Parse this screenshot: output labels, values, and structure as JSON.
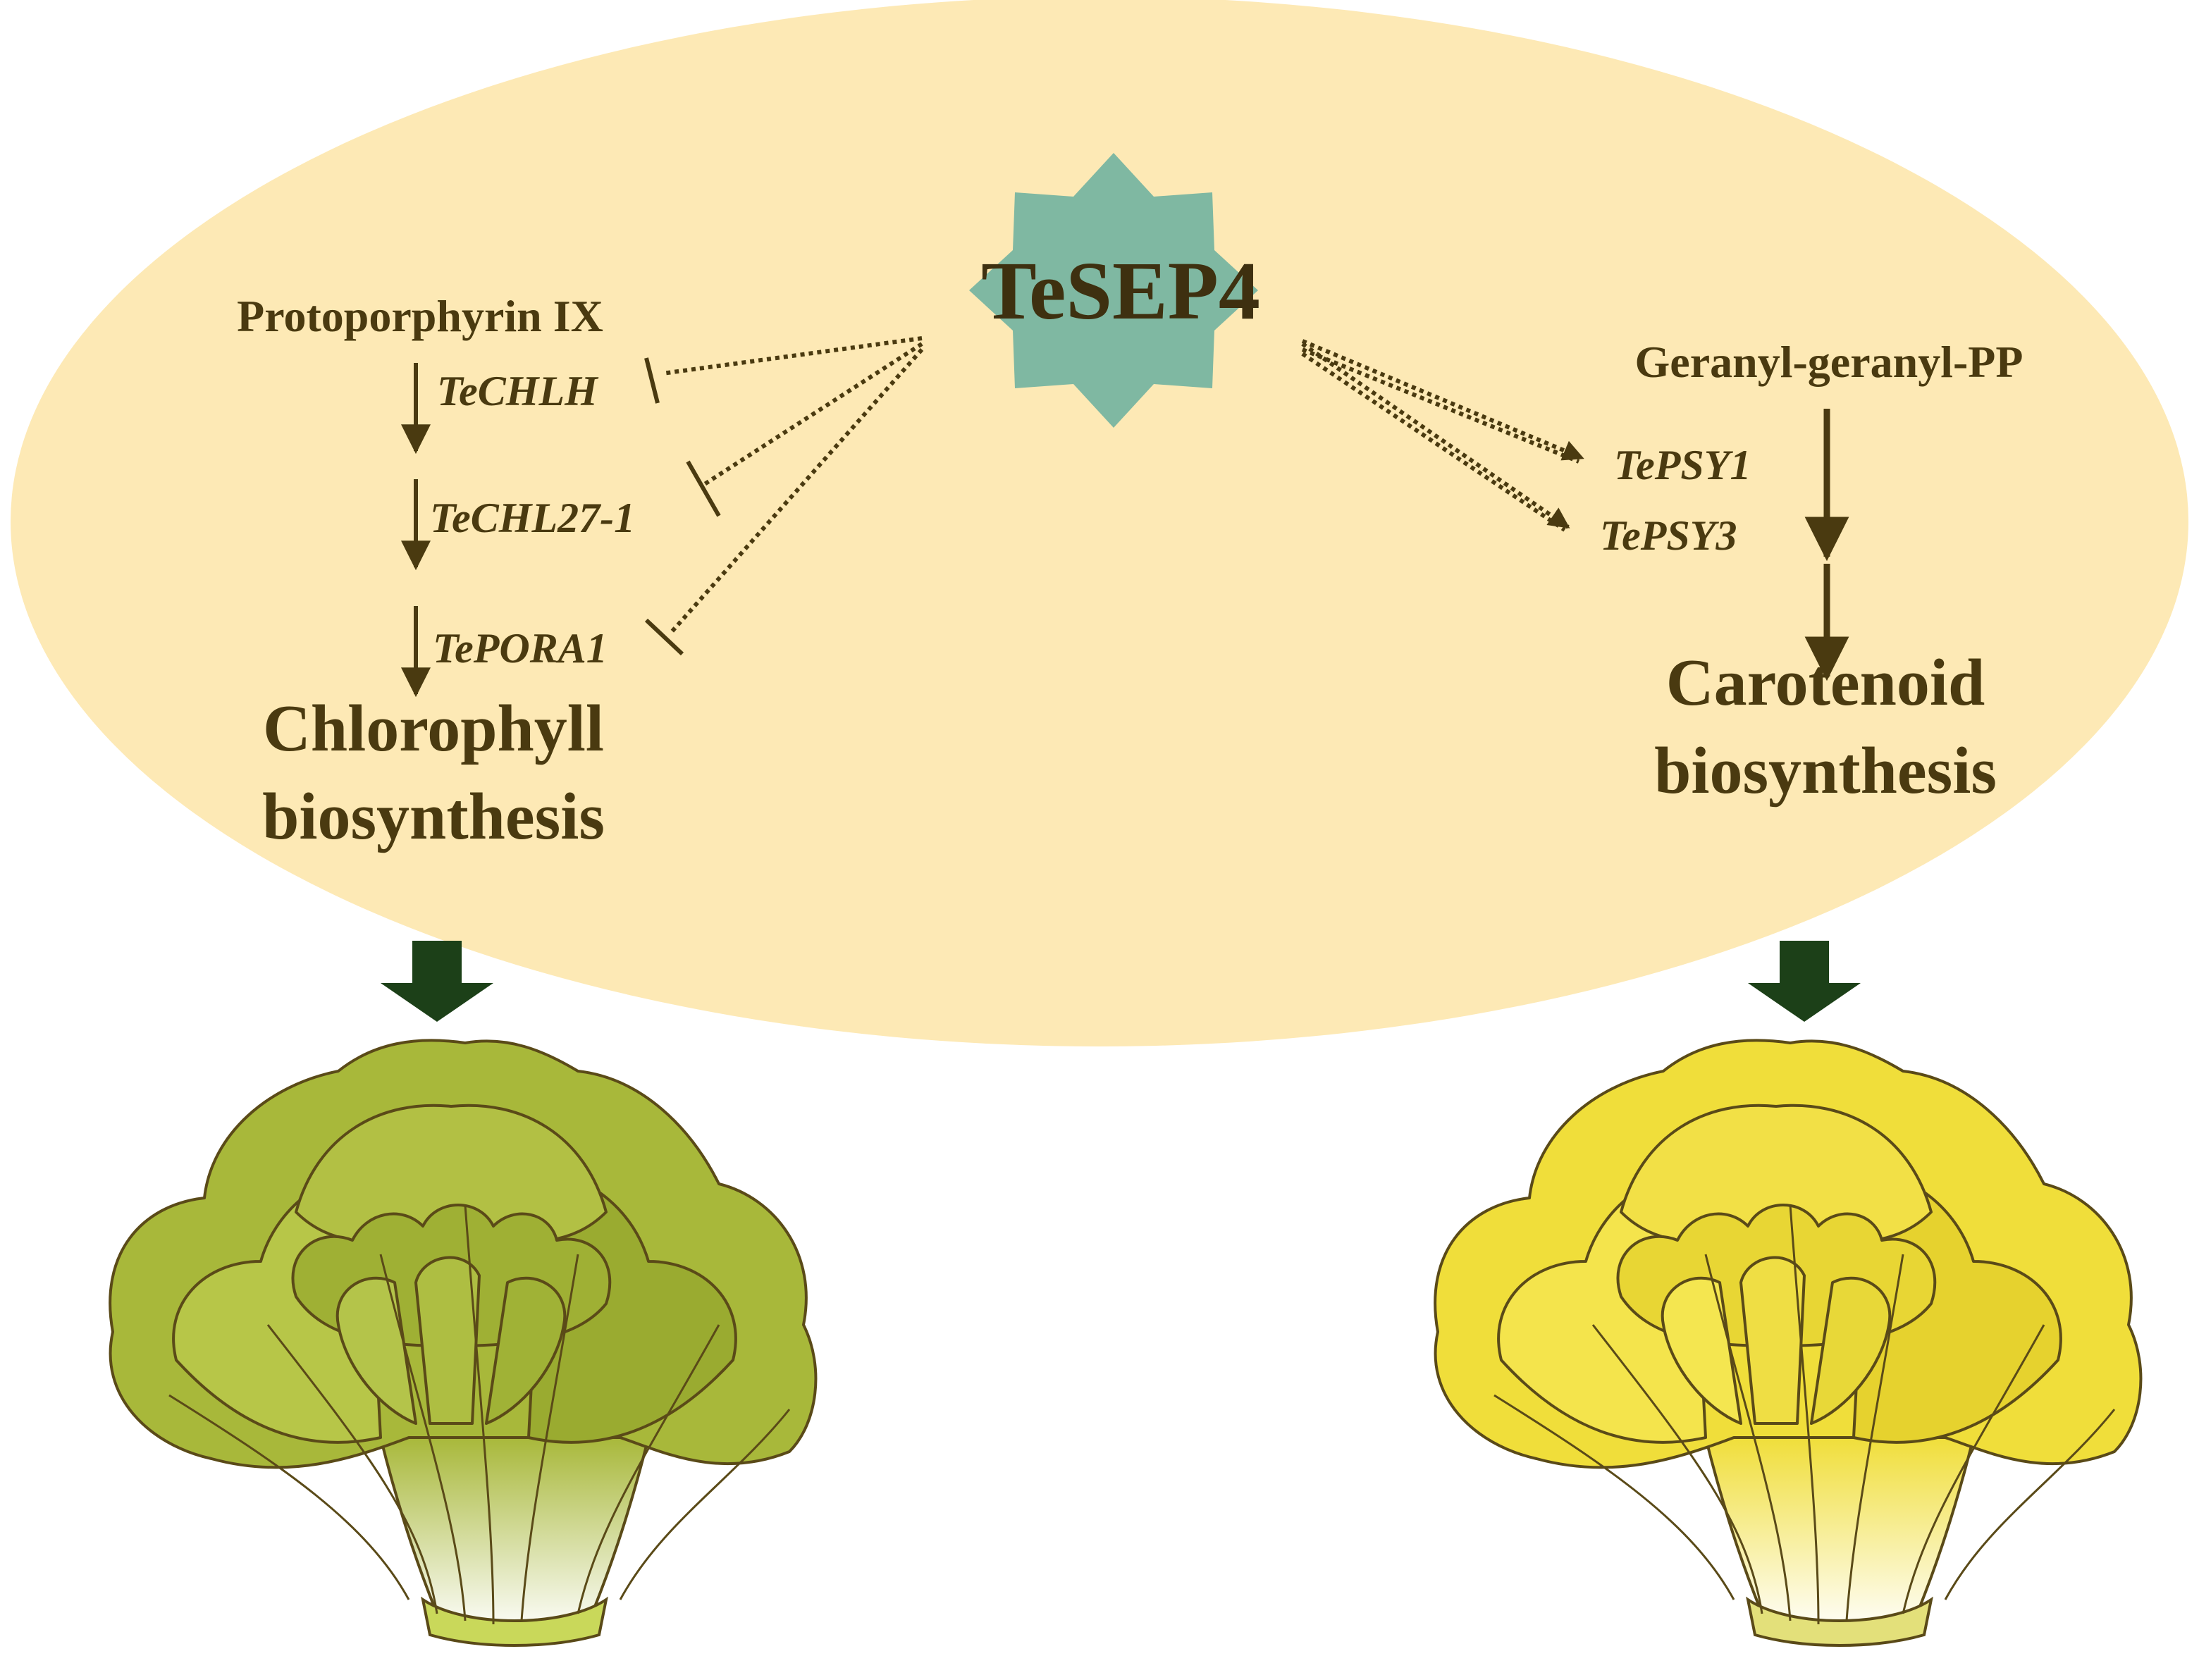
{
  "diagram": {
    "hub": {
      "label": "TeSEP4"
    },
    "chlorophyll_pathway": {
      "substrate": "Protoporphyrin IX",
      "genes": [
        "TeCHLH",
        "TeCHL27-1",
        "TePORA1"
      ],
      "product_line1": "Chlorophyll",
      "product_line2": "biosynthesis",
      "regulation": "inhibits"
    },
    "carotenoid_pathway": {
      "substrate": "Geranyl-geranyl-PP",
      "genes": [
        "TePSY1",
        "TePSY3"
      ],
      "product_line1": "Carotenoid",
      "product_line2": "biosynthesis",
      "regulation": "activates"
    },
    "colors": {
      "ellipse": "#fde9b5",
      "hub_fill": "#7fb8a2",
      "text": "#4a3a10",
      "down_arrow": "#1c4018",
      "left_flower": "#a8b83a",
      "right_flower": "#f0de3a"
    }
  }
}
